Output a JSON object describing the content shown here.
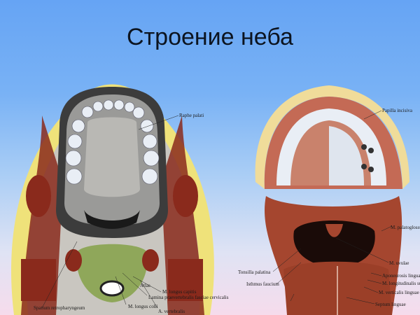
{
  "slide": {
    "title": "Строение неба"
  },
  "left_figure": {
    "labels": {
      "raphe": "Raphe palati",
      "longus_capitis": "M. longus capitis",
      "lamina": "Lamina praevertebralis fasciae cervicalis",
      "atlas": "Atlas",
      "longus_colli": "M. longus colli",
      "vertebral_artery": "A. vertebralis",
      "retropharyngeal": "Spatium retropharyngeum"
    }
  },
  "right_figure": {
    "labels": {
      "papilla": "Papilla incisiva",
      "palatoglossus": "M. palatoglossus",
      "uvulae": "M. uvulae",
      "tonsil": "Tonsilla palatina",
      "isthmus": "Isthmus faucium",
      "aponeurosis": "Aponeurosis linguae",
      "long_sup": "M. longitudinalis superior",
      "verticalis": "M. verticalis linguae",
      "septum": "Septum linguae"
    }
  }
}
